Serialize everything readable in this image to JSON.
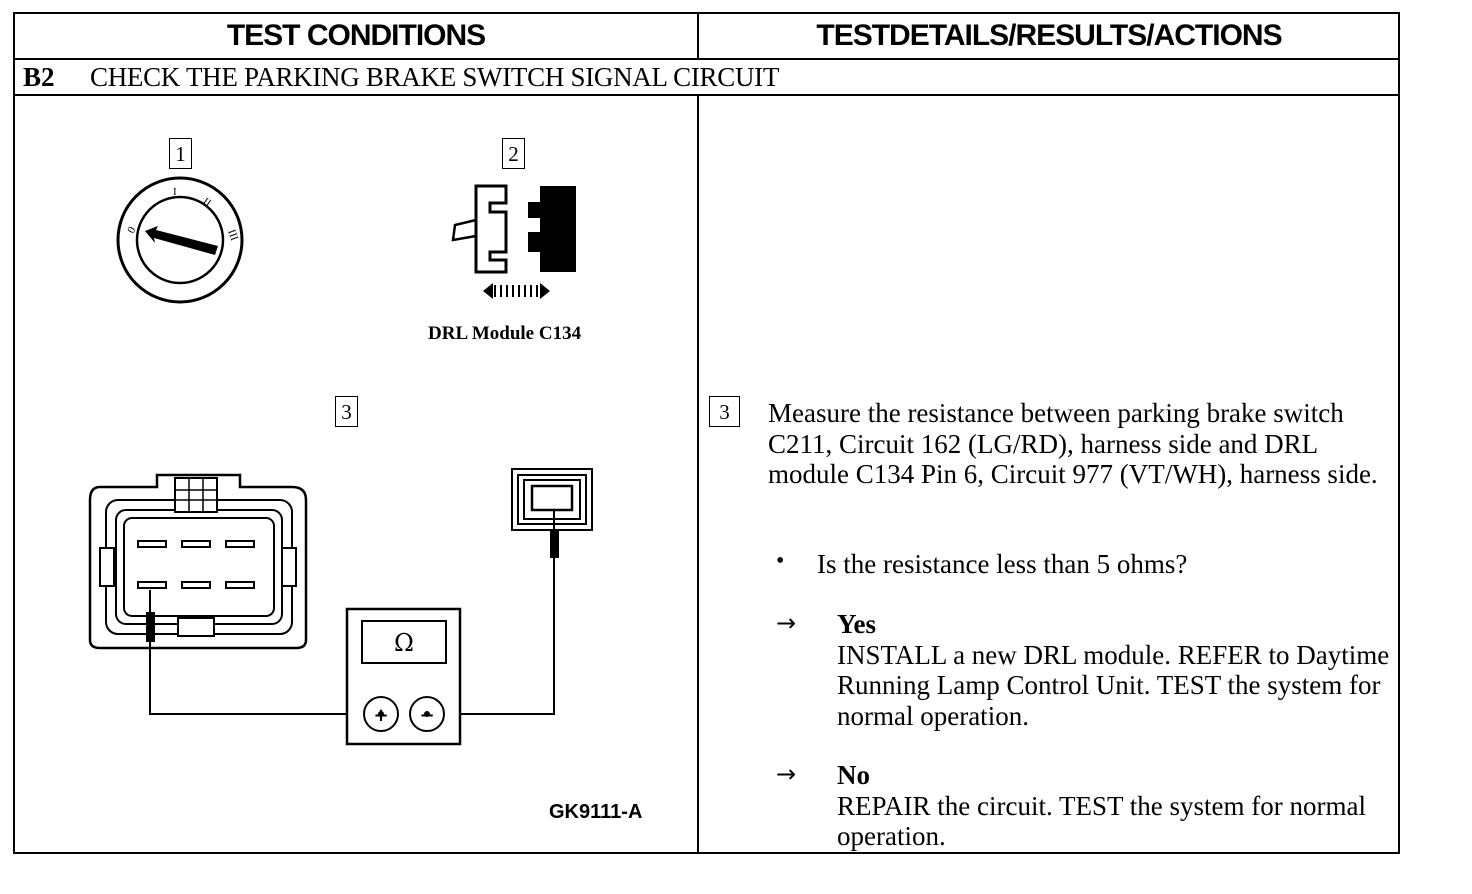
{
  "header": {
    "left": "TEST CONDITIONS",
    "right": "TESTDETAILS/RESULTS/ACTIONS"
  },
  "step": {
    "id": "B2",
    "title": "CHECK THE PARKING BRAKE SWITCH SIGNAL CIRCUIT"
  },
  "diagram": {
    "callouts": [
      "1",
      "2",
      "3"
    ],
    "drl_label": "DRL Module C134",
    "meter_symbol": "Ω",
    "plus_symbol": "+",
    "minus_symbol": "−",
    "figure_id": "GK9111-A",
    "ignition_positions": [
      "0",
      "I",
      "II",
      "III"
    ]
  },
  "details": {
    "callout": "3",
    "measure_text": "Measure the resistance between parking brake switch C211, Circuit 162 (LG/RD), harness side and DRL module C134 Pin 6, Circuit 977 (VT/WH), harness side.",
    "bullet": "•",
    "question": "Is the resistance less than 5 ohms?",
    "arrow": "→",
    "yes": {
      "title": "Yes",
      "text": "INSTALL a new DRL module. REFER to Daytime Running Lamp Control Unit.  TEST the system for normal operation."
    },
    "no": {
      "title": "No",
      "text": "REPAIR the circuit. TEST the system for normal operation."
    }
  }
}
